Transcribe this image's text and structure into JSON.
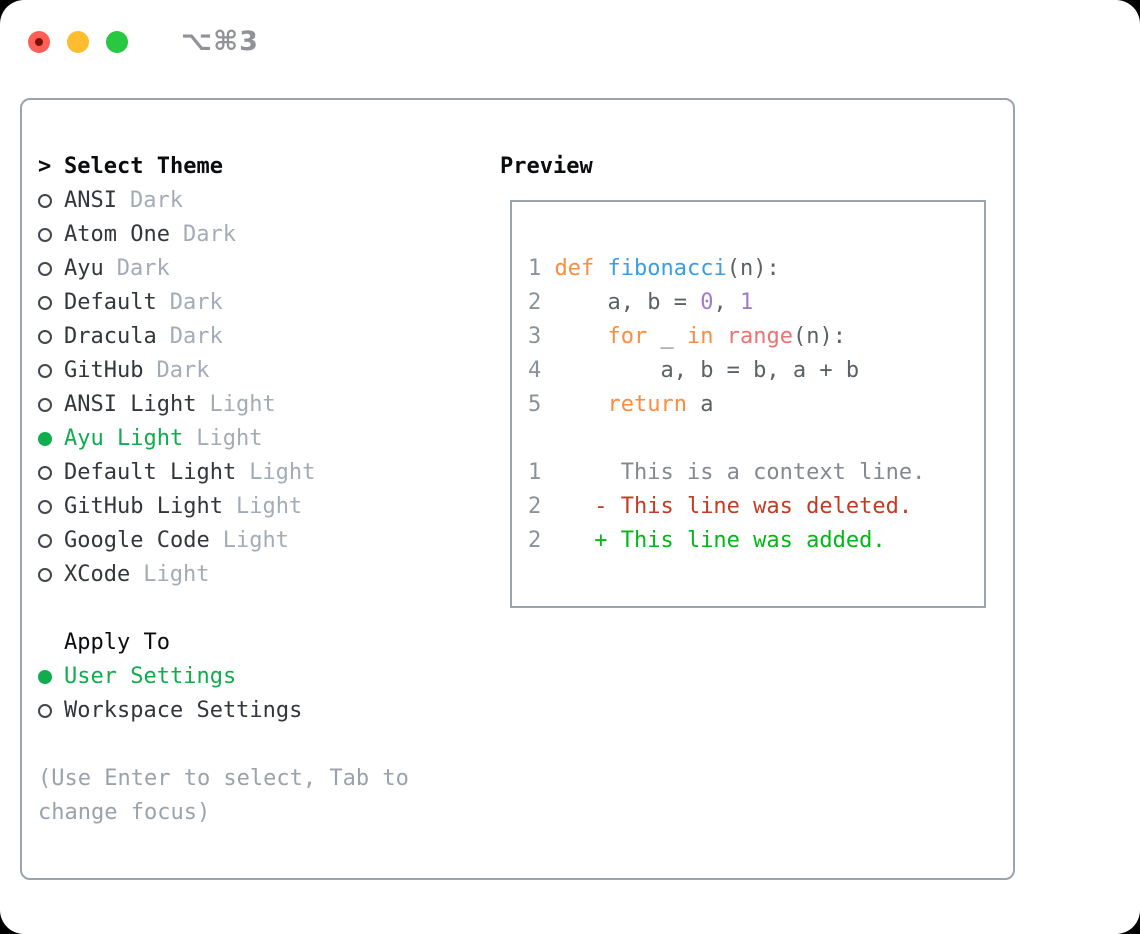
{
  "window": {
    "shortcut": "⌥⌘3",
    "traffic_lights": [
      "close",
      "minimize",
      "zoom"
    ]
  },
  "theme_selector": {
    "prompt": ">",
    "header": "Select Theme",
    "items": [
      {
        "name": "ANSI",
        "tag": "Dark",
        "selected": false
      },
      {
        "name": "Atom One",
        "tag": "Dark",
        "selected": false
      },
      {
        "name": "Ayu",
        "tag": "Dark",
        "selected": false
      },
      {
        "name": "Default",
        "tag": "Dark",
        "selected": false
      },
      {
        "name": "Dracula",
        "tag": "Dark",
        "selected": false
      },
      {
        "name": "GitHub",
        "tag": "Dark",
        "selected": false
      },
      {
        "name": "ANSI Light",
        "tag": "Light",
        "selected": false
      },
      {
        "name": "Ayu Light",
        "tag": "Light",
        "selected": true
      },
      {
        "name": "Default Light",
        "tag": "Light",
        "selected": false
      },
      {
        "name": "GitHub Light",
        "tag": "Light",
        "selected": false
      },
      {
        "name": "Google Code",
        "tag": "Light",
        "selected": false
      },
      {
        "name": "XCode",
        "tag": "Light",
        "selected": false
      }
    ],
    "apply_to": {
      "header": "Apply To",
      "options": [
        {
          "name": "User Settings",
          "selected": true
        },
        {
          "name": "Workspace Settings",
          "selected": false
        }
      ]
    },
    "help_lines": [
      "(Use Enter to select, Tab to",
      "change focus)"
    ]
  },
  "preview": {
    "header": "Preview",
    "code_lines": [
      {
        "num": "1",
        "tokens": [
          [
            "plain",
            " "
          ],
          [
            "keyword",
            "def"
          ],
          [
            "plain",
            " "
          ],
          [
            "function",
            "fibonacci"
          ],
          [
            "plain",
            "(n):"
          ]
        ]
      },
      {
        "num": "2",
        "tokens": [
          [
            "plain",
            "     a, b = "
          ],
          [
            "constant",
            "0"
          ],
          [
            "plain",
            ", "
          ],
          [
            "constant",
            "1"
          ]
        ]
      },
      {
        "num": "3",
        "tokens": [
          [
            "plain",
            "     "
          ],
          [
            "keyword",
            "for"
          ],
          [
            "plain",
            " _ "
          ],
          [
            "keyword",
            "in"
          ],
          [
            "plain",
            " "
          ],
          [
            "call",
            "range"
          ],
          [
            "plain",
            "(n):"
          ]
        ]
      },
      {
        "num": "4",
        "tokens": [
          [
            "plain",
            "         a, b = b, a + b"
          ]
        ]
      },
      {
        "num": "5",
        "tokens": [
          [
            "plain",
            "     "
          ],
          [
            "keyword",
            "return"
          ],
          [
            "plain",
            " a"
          ]
        ]
      }
    ],
    "diff_lines": [
      {
        "num": "1",
        "tokens": [
          [
            "context",
            "      This is a context line."
          ]
        ]
      },
      {
        "num": "2",
        "tokens": [
          [
            "deleted",
            "    - This line was deleted."
          ]
        ]
      },
      {
        "num": "2",
        "tokens": [
          [
            "added",
            "    + This line was added."
          ]
        ]
      }
    ]
  },
  "colors": {
    "accent_green": "#0fad4e",
    "diff_added": "#00b917",
    "diff_deleted": "#c33b20",
    "diff_context": "#84898f",
    "syntax_keyword": "#fa8d3e",
    "syntax_function": "#399ee6",
    "syntax_constant": "#a37acc",
    "syntax_call": "#f07171",
    "code_plain": "#5c6166",
    "line_number": "#8a9199",
    "tag_gray": "#a3acb6",
    "help_gray": "#9aa2ac",
    "border_gray": "#9aa4af",
    "traffic_red": "#ff5f57",
    "traffic_yellow": "#febc2e",
    "traffic_green": "#28c840"
  }
}
